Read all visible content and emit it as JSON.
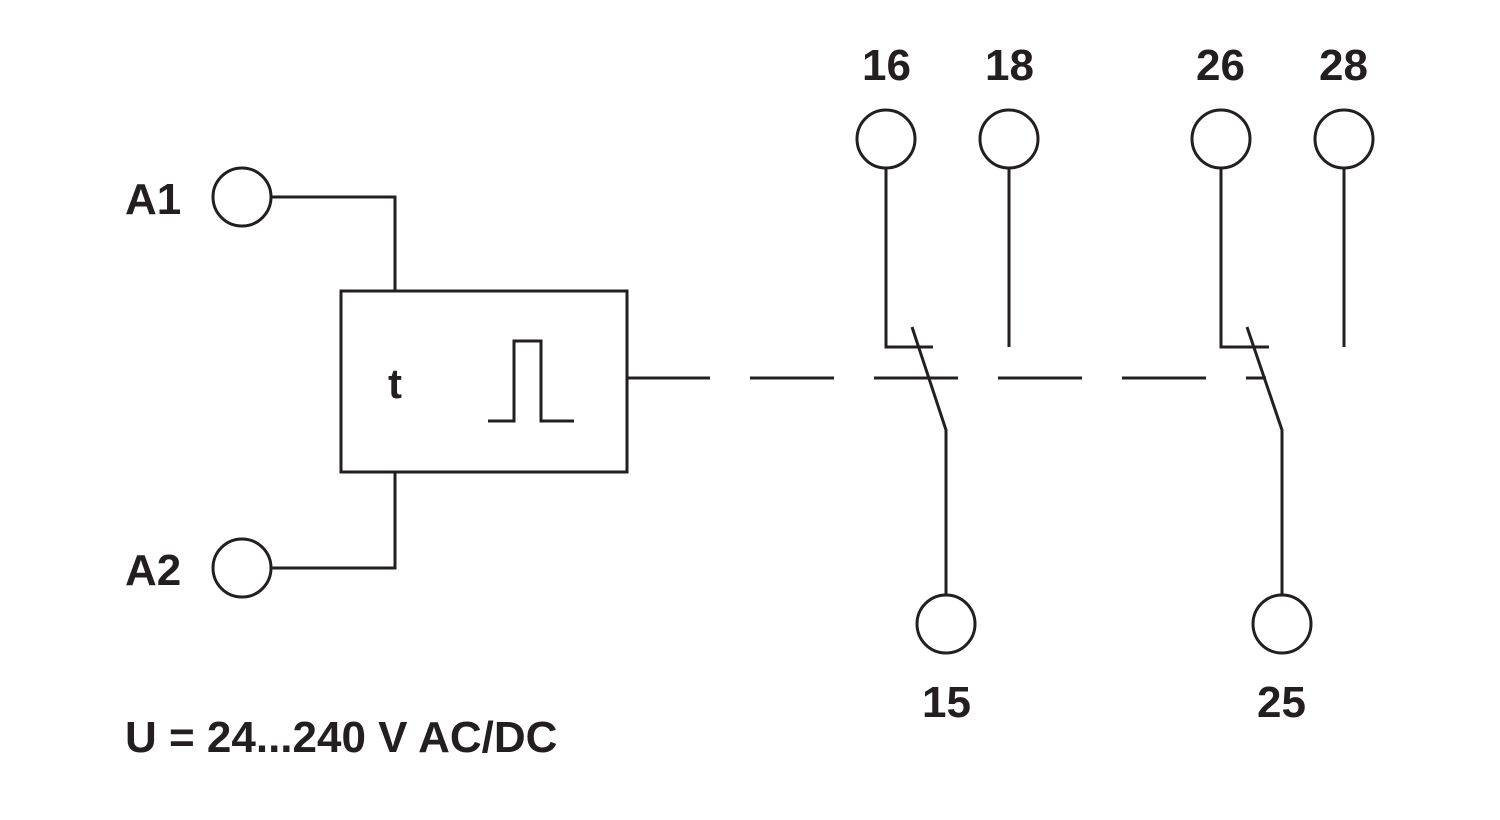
{
  "terminals": {
    "coil_1": "A1",
    "coil_2": "A2",
    "contact_1_nc": "16",
    "contact_1_no": "18",
    "contact_1_common": "15",
    "contact_2_nc": "26",
    "contact_2_no": "28",
    "contact_2_common": "25"
  },
  "timer_symbol": "t",
  "supply_voltage": "U = 24...240 V AC/DC",
  "colors": {
    "line": "#231f20",
    "background": "#ffffff"
  }
}
